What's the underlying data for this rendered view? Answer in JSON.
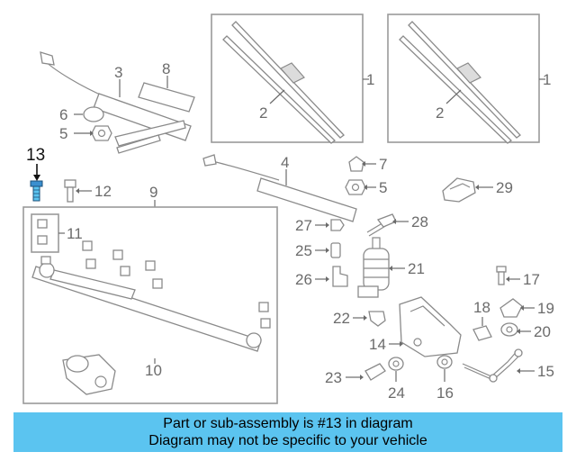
{
  "callouts": {
    "c1a": "1",
    "c1b": "1",
    "c2a": "2",
    "c2b": "2",
    "c3": "3",
    "c4": "4",
    "c5a": "5",
    "c5b": "5",
    "c6": "6",
    "c7": "7",
    "c8": "8",
    "c9": "9",
    "c10": "10",
    "c11": "11",
    "c12": "12",
    "c13": "13",
    "c14": "14",
    "c15": "15",
    "c16": "16",
    "c17": "17",
    "c18": "18",
    "c19": "19",
    "c20": "20",
    "c21": "21",
    "c22": "22",
    "c23": "23",
    "c24": "24",
    "c25": "25",
    "c26": "26",
    "c27": "27",
    "c28": "28",
    "c29": "29"
  },
  "highlight": {
    "part": "13",
    "color": "#5bc4f0"
  },
  "banner": {
    "line1": "Part or sub-assembly is #13 in diagram",
    "line2": "Diagram may not be specific to your vehicle",
    "background": "#5bc4f0"
  }
}
